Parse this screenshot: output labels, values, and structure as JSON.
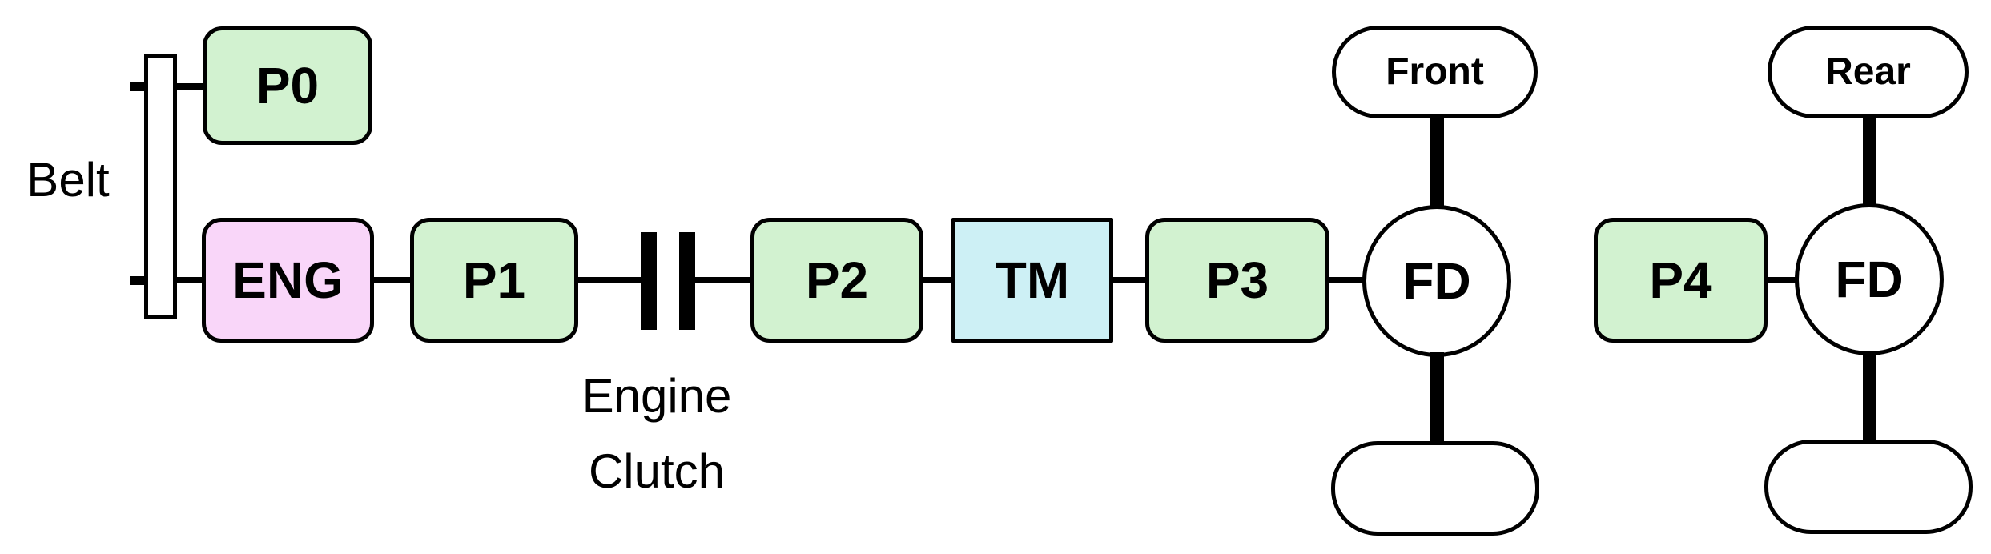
{
  "diagram": {
    "labels": {
      "belt": "Belt",
      "engine_clutch_line1": "Engine",
      "engine_clutch_line2": "Clutch"
    },
    "nodes": {
      "p0": "P0",
      "eng": "ENG",
      "p1": "P1",
      "p2": "P2",
      "tm": "TM",
      "p3": "P3",
      "p4": "P4",
      "front_final_drive": "FD",
      "rear_final_drive": "FD",
      "front_axle": "Front",
      "rear_axle": "Rear"
    },
    "colors": {
      "motor_fill": "#d2f2d0",
      "engine_fill": "#f9d6f9",
      "transmission_fill": "#cdf0f5",
      "shape_fill": "#ffffff",
      "outline": "#000000",
      "background": "#ffffff"
    }
  }
}
